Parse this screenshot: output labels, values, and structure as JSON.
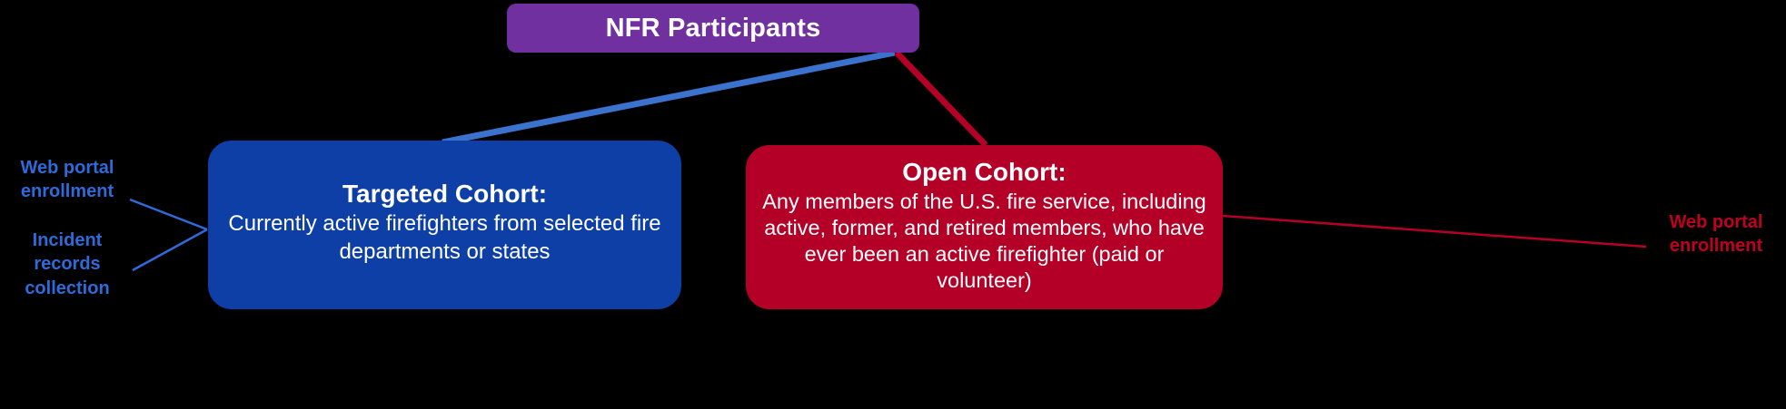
{
  "diagram": {
    "title": "NFR Participants cohort structure",
    "root": {
      "label": "NFR Participants",
      "color": "#7030A0"
    },
    "cohorts": [
      {
        "id": "targeted",
        "title": "Targeted Cohort",
        "title_suffix": ":",
        "description": "Currently active firefighters from selected fire departments or states",
        "color": "#0D3FA6"
      },
      {
        "id": "open",
        "title": "Open Cohort",
        "title_suffix": ":",
        "description": "Any members of the U.S. fire service, including active, former, and retired members, who have ever been an active firefighter (paid or volunteer)",
        "color": "#B40026"
      }
    ],
    "annotations": [
      {
        "id": "targeted-web-portal",
        "text": "Web portal\nenrollment",
        "color": "#2E6BD9",
        "side": "left"
      },
      {
        "id": "targeted-incident-records",
        "text": "Incident\nrecords\ncollection",
        "color": "#2E6BD9",
        "side": "left"
      },
      {
        "id": "open-web-portal",
        "text": "Web portal\nenrollment",
        "color": "#C00020",
        "side": "right"
      }
    ],
    "connectors": [
      {
        "id": "root-to-targeted",
        "color": "#2E6BD9",
        "from": "root",
        "to": "targeted"
      },
      {
        "id": "root-to-open",
        "color": "#B40026",
        "from": "root",
        "to": "open"
      },
      {
        "id": "web-portal-to-targeted",
        "color": "#2E6BD9",
        "from": "annotation",
        "to": "targeted"
      },
      {
        "id": "incident-records-to-targeted",
        "color": "#2E6BD9",
        "from": "annotation",
        "to": "targeted"
      },
      {
        "id": "web-portal-to-open",
        "color": "#B40026",
        "from": "annotation",
        "to": "open"
      }
    ],
    "background_color": "#000000"
  }
}
